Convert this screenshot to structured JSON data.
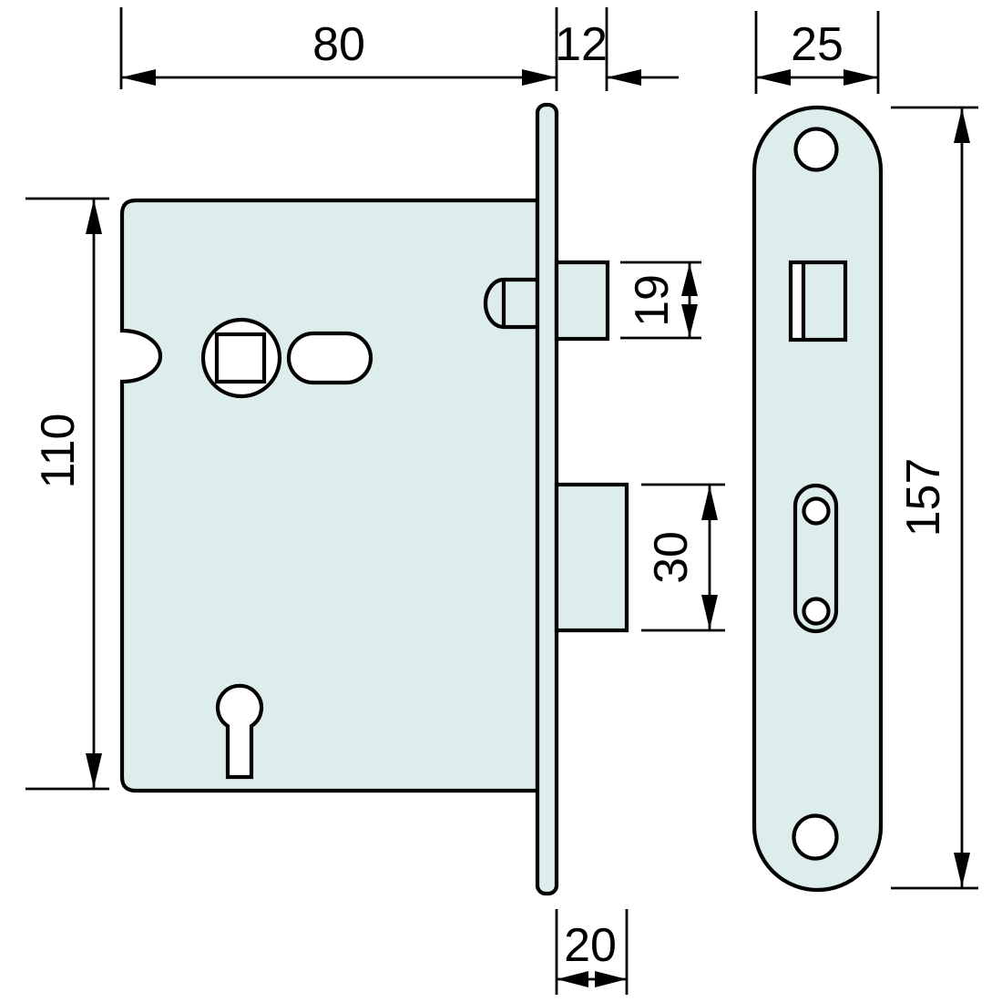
{
  "colors": {
    "part_fill": "#dcedeb",
    "hole_fill": "#ffffff",
    "line": "#000000",
    "background": "#ffffff"
  },
  "dimensions": {
    "case_depth": "80",
    "latch_projection": "12",
    "plate_width": "25",
    "case_height": "110",
    "latch_height": "19",
    "deadbolt_height": "30",
    "plate_height": "157",
    "deadbolt_throw": "20"
  }
}
